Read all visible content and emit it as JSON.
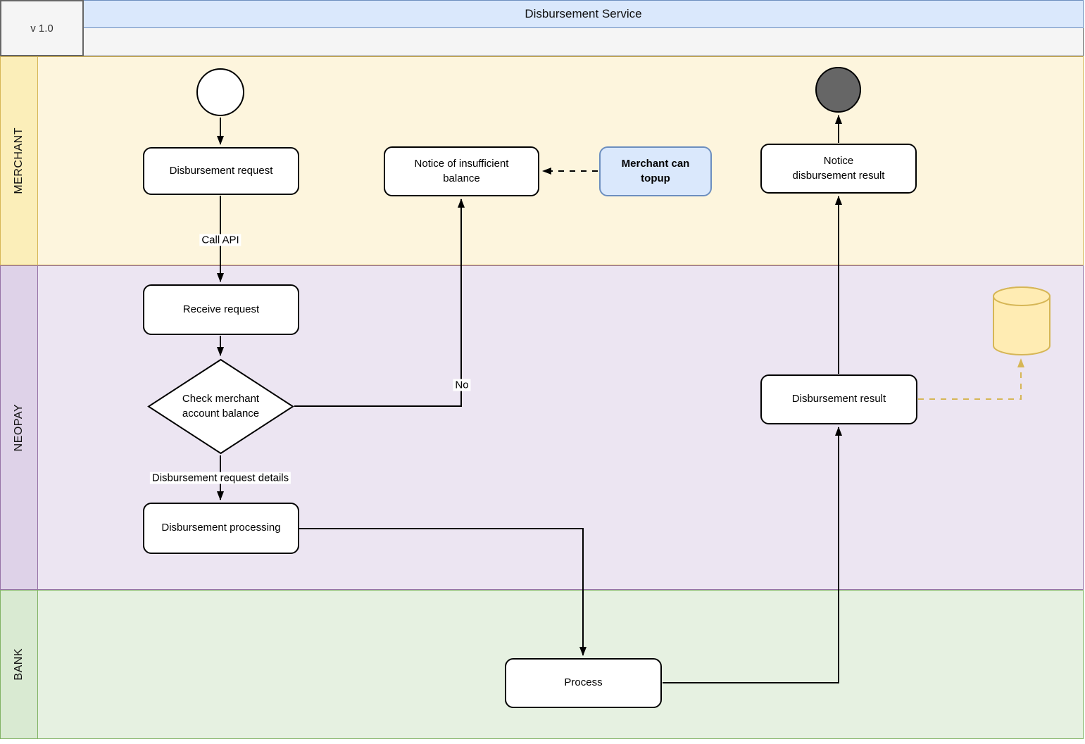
{
  "header": {
    "version": "v 1.0",
    "title": "Disbursement Service"
  },
  "lanes": [
    {
      "label": "MERCHANT"
    },
    {
      "label": "NEOPAY"
    },
    {
      "label": "BANK"
    }
  ],
  "nodes": {
    "start_event": {
      "name": "start"
    },
    "end_event": {
      "name": "end"
    },
    "disbursement_request": {
      "label": "Disbursement request"
    },
    "notice_insufficient_balance": {
      "line1": "Notice of insufficient",
      "line2": "balance"
    },
    "merchant_can_topup": {
      "line1": "Merchant can",
      "line2": "topup"
    },
    "notice_disbursement_result": {
      "line1": "Notice",
      "line2": "disbursement result"
    },
    "receive_request": {
      "label": "Receive request"
    },
    "check_balance": {
      "line1": "Check merchant",
      "line2": "account balance"
    },
    "disbursement_result": {
      "label": "Disbursement result"
    },
    "disbursement_processing": {
      "label": "Disbursement processing"
    },
    "process": {
      "label": "Process"
    },
    "database": {
      "name": "datastore"
    }
  },
  "edge_labels": {
    "call_api": "Call API",
    "no": "No",
    "details": "Disbursement request details"
  },
  "colors": {
    "title_bar": "#dae8fc",
    "accent_blue_fill": "#dae8fc",
    "accent_blue_stroke": "#6c8ebf",
    "lane_merchant_body": "#fdf5dd",
    "lane_merchant_strip": "#fbeeb9",
    "lane_merchant_border": "#d6b656",
    "lane_neopay_body": "#ece5f2",
    "lane_neopay_strip": "#ded2e8",
    "lane_neopay_border": "#9673a6",
    "lane_bank_body": "#e6f1e1",
    "lane_bank_strip": "#d9ead2",
    "lane_bank_border": "#82b366",
    "datastore_fill": "#ffecb3",
    "datastore_stroke": "#d6b656",
    "end_event_fill": "#666666"
  }
}
